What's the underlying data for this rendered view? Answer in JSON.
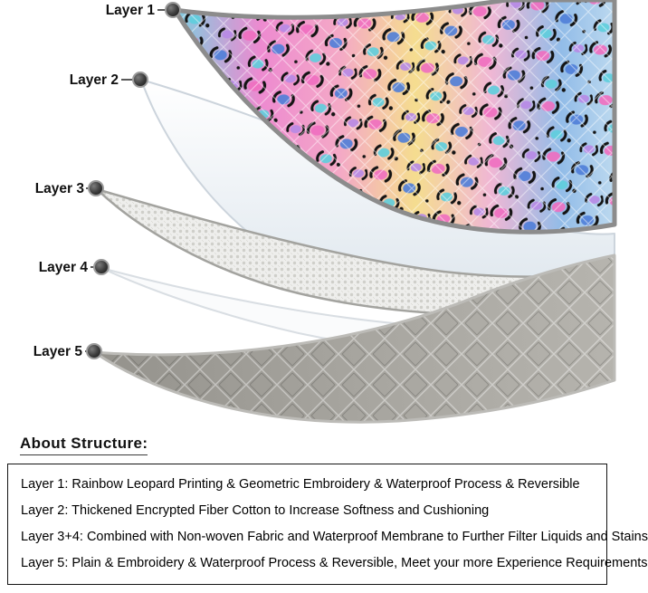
{
  "diagram": {
    "layer_labels": [
      "Layer 1",
      "Layer 2",
      "Layer 3",
      "Layer 4",
      "Layer 5"
    ]
  },
  "about": {
    "heading": "About Structure:",
    "items": [
      "Layer 1: Rainbow Leopard Printing & Geometric Embroidery & Waterproof Process & Reversible",
      "Layer 2: Thickened Encrypted Fiber Cotton to Increase Softness and Cushioning",
      "Layer 3+4: Combined with Non-woven Fabric and Waterproof Membrane to Further Filter Liquids and Stains",
      "Layer 5: Plain & Embroidery & Waterproof Process & Reversible, Meet your more Experience Requirements"
    ]
  },
  "colors": {
    "leopard_cyan": "#7ad0e0",
    "leopard_pink": "#ed8ad0",
    "leopard_yellow": "#f5dd8f",
    "leopard_blue": "#92bce8",
    "gray_fabric": "#a09e98",
    "outline": "#141414"
  }
}
